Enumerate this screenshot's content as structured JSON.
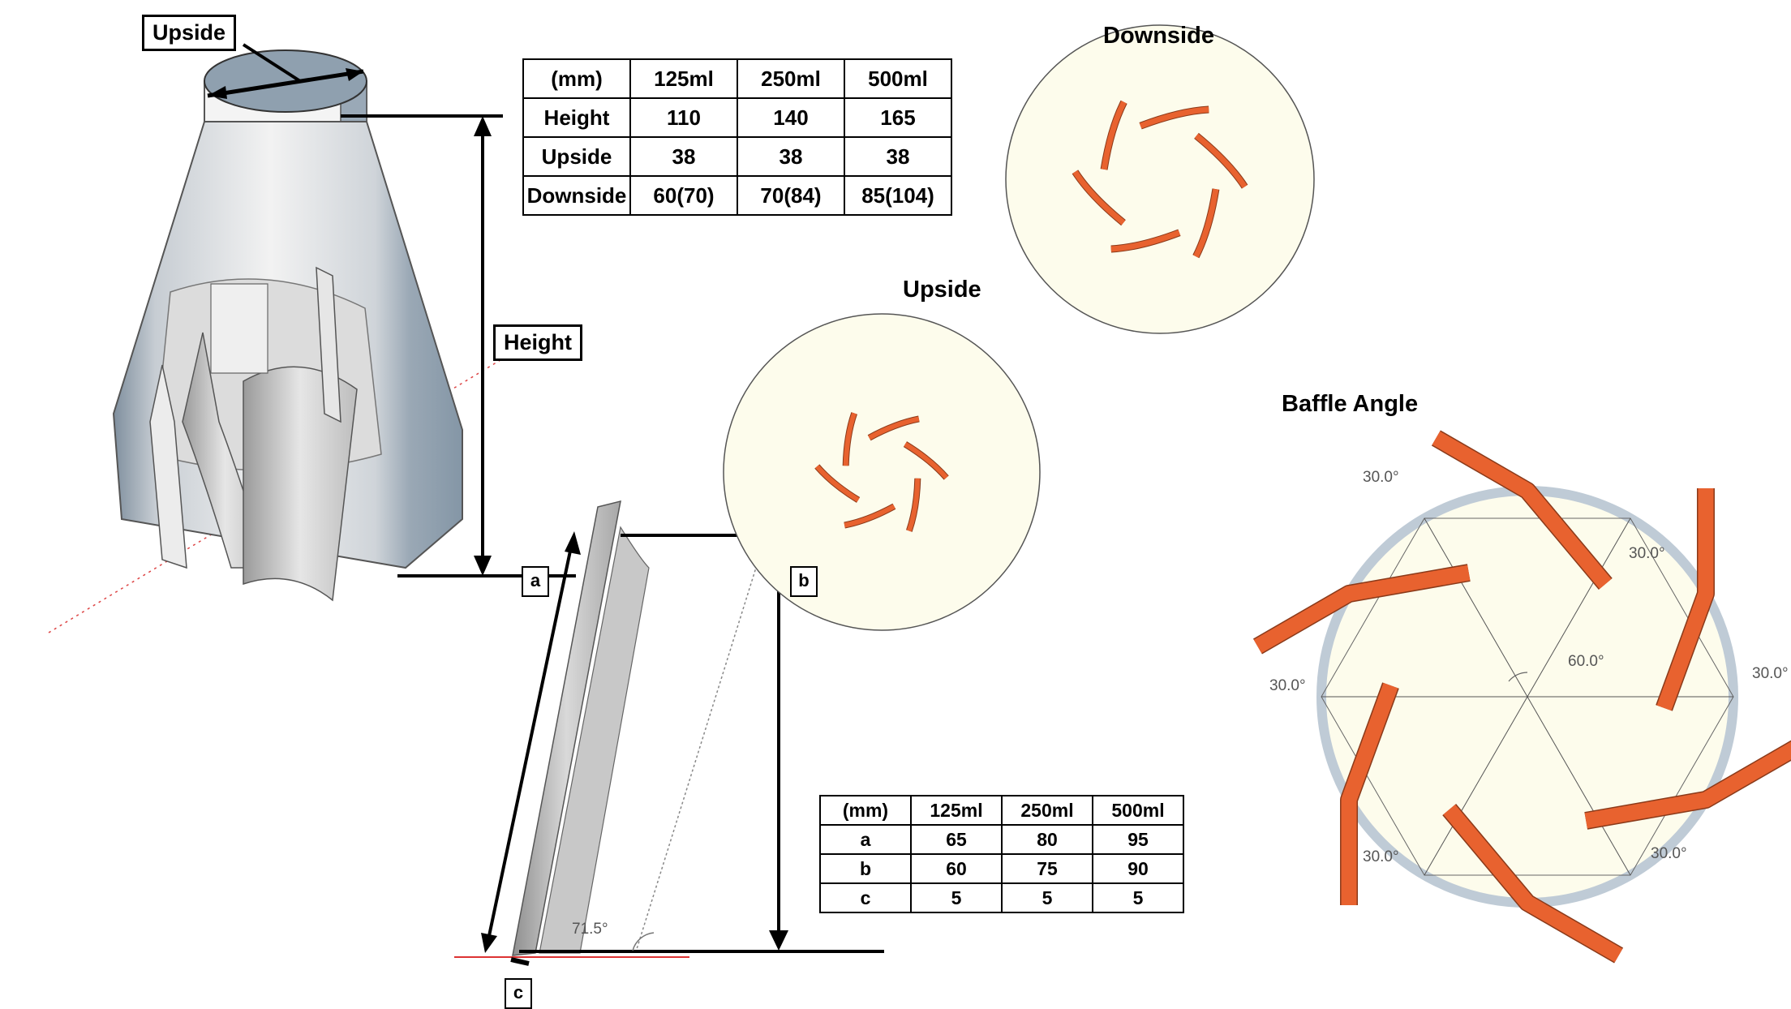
{
  "labels": {
    "upside_box": "Upside",
    "height_box": "Height",
    "a": "a",
    "b": "b",
    "c": "c"
  },
  "titles": {
    "downside": "Downside",
    "upside": "Upside",
    "baffle_angle": "Baffle Angle"
  },
  "table_top": {
    "header": [
      "(mm)",
      "125ml",
      "250ml",
      "500ml"
    ],
    "rows": [
      [
        "Height",
        "110",
        "140",
        "165"
      ],
      [
        "Upside",
        "38",
        "38",
        "38"
      ],
      [
        "Downside",
        "60(70)",
        "70(84)",
        "85(104)"
      ]
    ]
  },
  "table_bottom": {
    "header": [
      "(mm)",
      "125ml",
      "250ml",
      "500ml"
    ],
    "rows": [
      [
        "a",
        "65",
        "80",
        "95"
      ],
      [
        "b",
        "60",
        "75",
        "90"
      ],
      [
        "c",
        "5",
        "5",
        "5"
      ]
    ]
  },
  "angles": {
    "side_view": "71.5°",
    "center": "60.0°",
    "baffle": "30.0°"
  },
  "colors": {
    "baffle": "#E8622F",
    "baffle_stroke": "#8a3a1a",
    "disc_fill": "#FDFCEC",
    "ring": "#BFCBD6",
    "cone_dark": "#8E9EAD",
    "cone_light": "#EFEFEF"
  }
}
